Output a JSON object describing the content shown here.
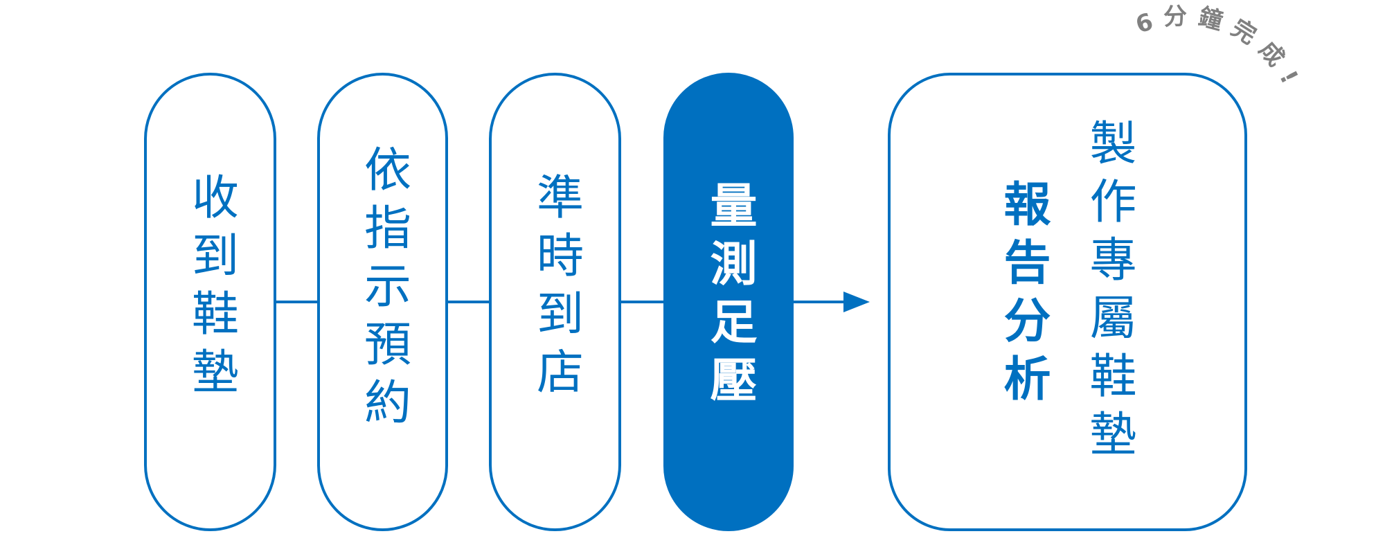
{
  "steps": [
    {
      "label": "收到鞋墊",
      "active": false
    },
    {
      "label": "依指示預約",
      "active": false
    },
    {
      "label": "準時到店",
      "active": false
    },
    {
      "label": "量測足壓",
      "active": true
    }
  ],
  "final": {
    "primary": "報告分析",
    "secondary": "製作專屬鞋墊"
  },
  "badge": {
    "text": "6分鐘完成!",
    "chars": [
      "6",
      "分",
      "鐘",
      "完",
      "成",
      "!"
    ]
  },
  "colors": {
    "accent": "#0070c0",
    "badge": "#808080"
  }
}
